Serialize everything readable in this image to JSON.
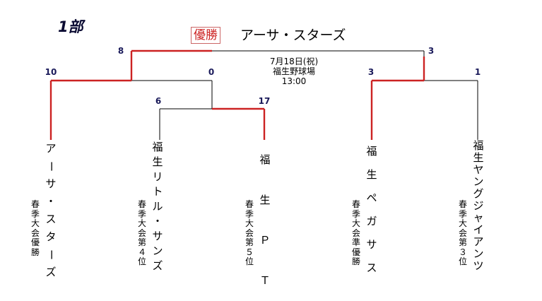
{
  "division": "1部",
  "champion": {
    "badge": "優勝",
    "team": "アーサ・スターズ"
  },
  "match_info": {
    "date": "7月18日(祝)",
    "venue": "福生野球場",
    "time": "13:00"
  },
  "scores": {
    "final_left": "8",
    "final_right": "3",
    "semi_left_a": "10",
    "semi_left_b": "0",
    "semi_right_a": "3",
    "semi_right_b": "1",
    "r1_a": "6",
    "r1_b": "17"
  },
  "teams": [
    {
      "name": "アーサ・スターズ",
      "note": "春季大会優勝"
    },
    {
      "name": "福生リトル・サンズ",
      "note": "春季大会第４位"
    },
    {
      "name": "福生ＰＴ",
      "note": "春季大会第５位"
    },
    {
      "name": "福生ペガサス",
      "note": "春季大会準優勝"
    },
    {
      "name": "福生ヤングジャイアンツ",
      "note": "春季大会第３位"
    }
  ],
  "colors": {
    "winner_line": "#cc2222",
    "line": "#000000",
    "score": "#1a1a5a"
  }
}
